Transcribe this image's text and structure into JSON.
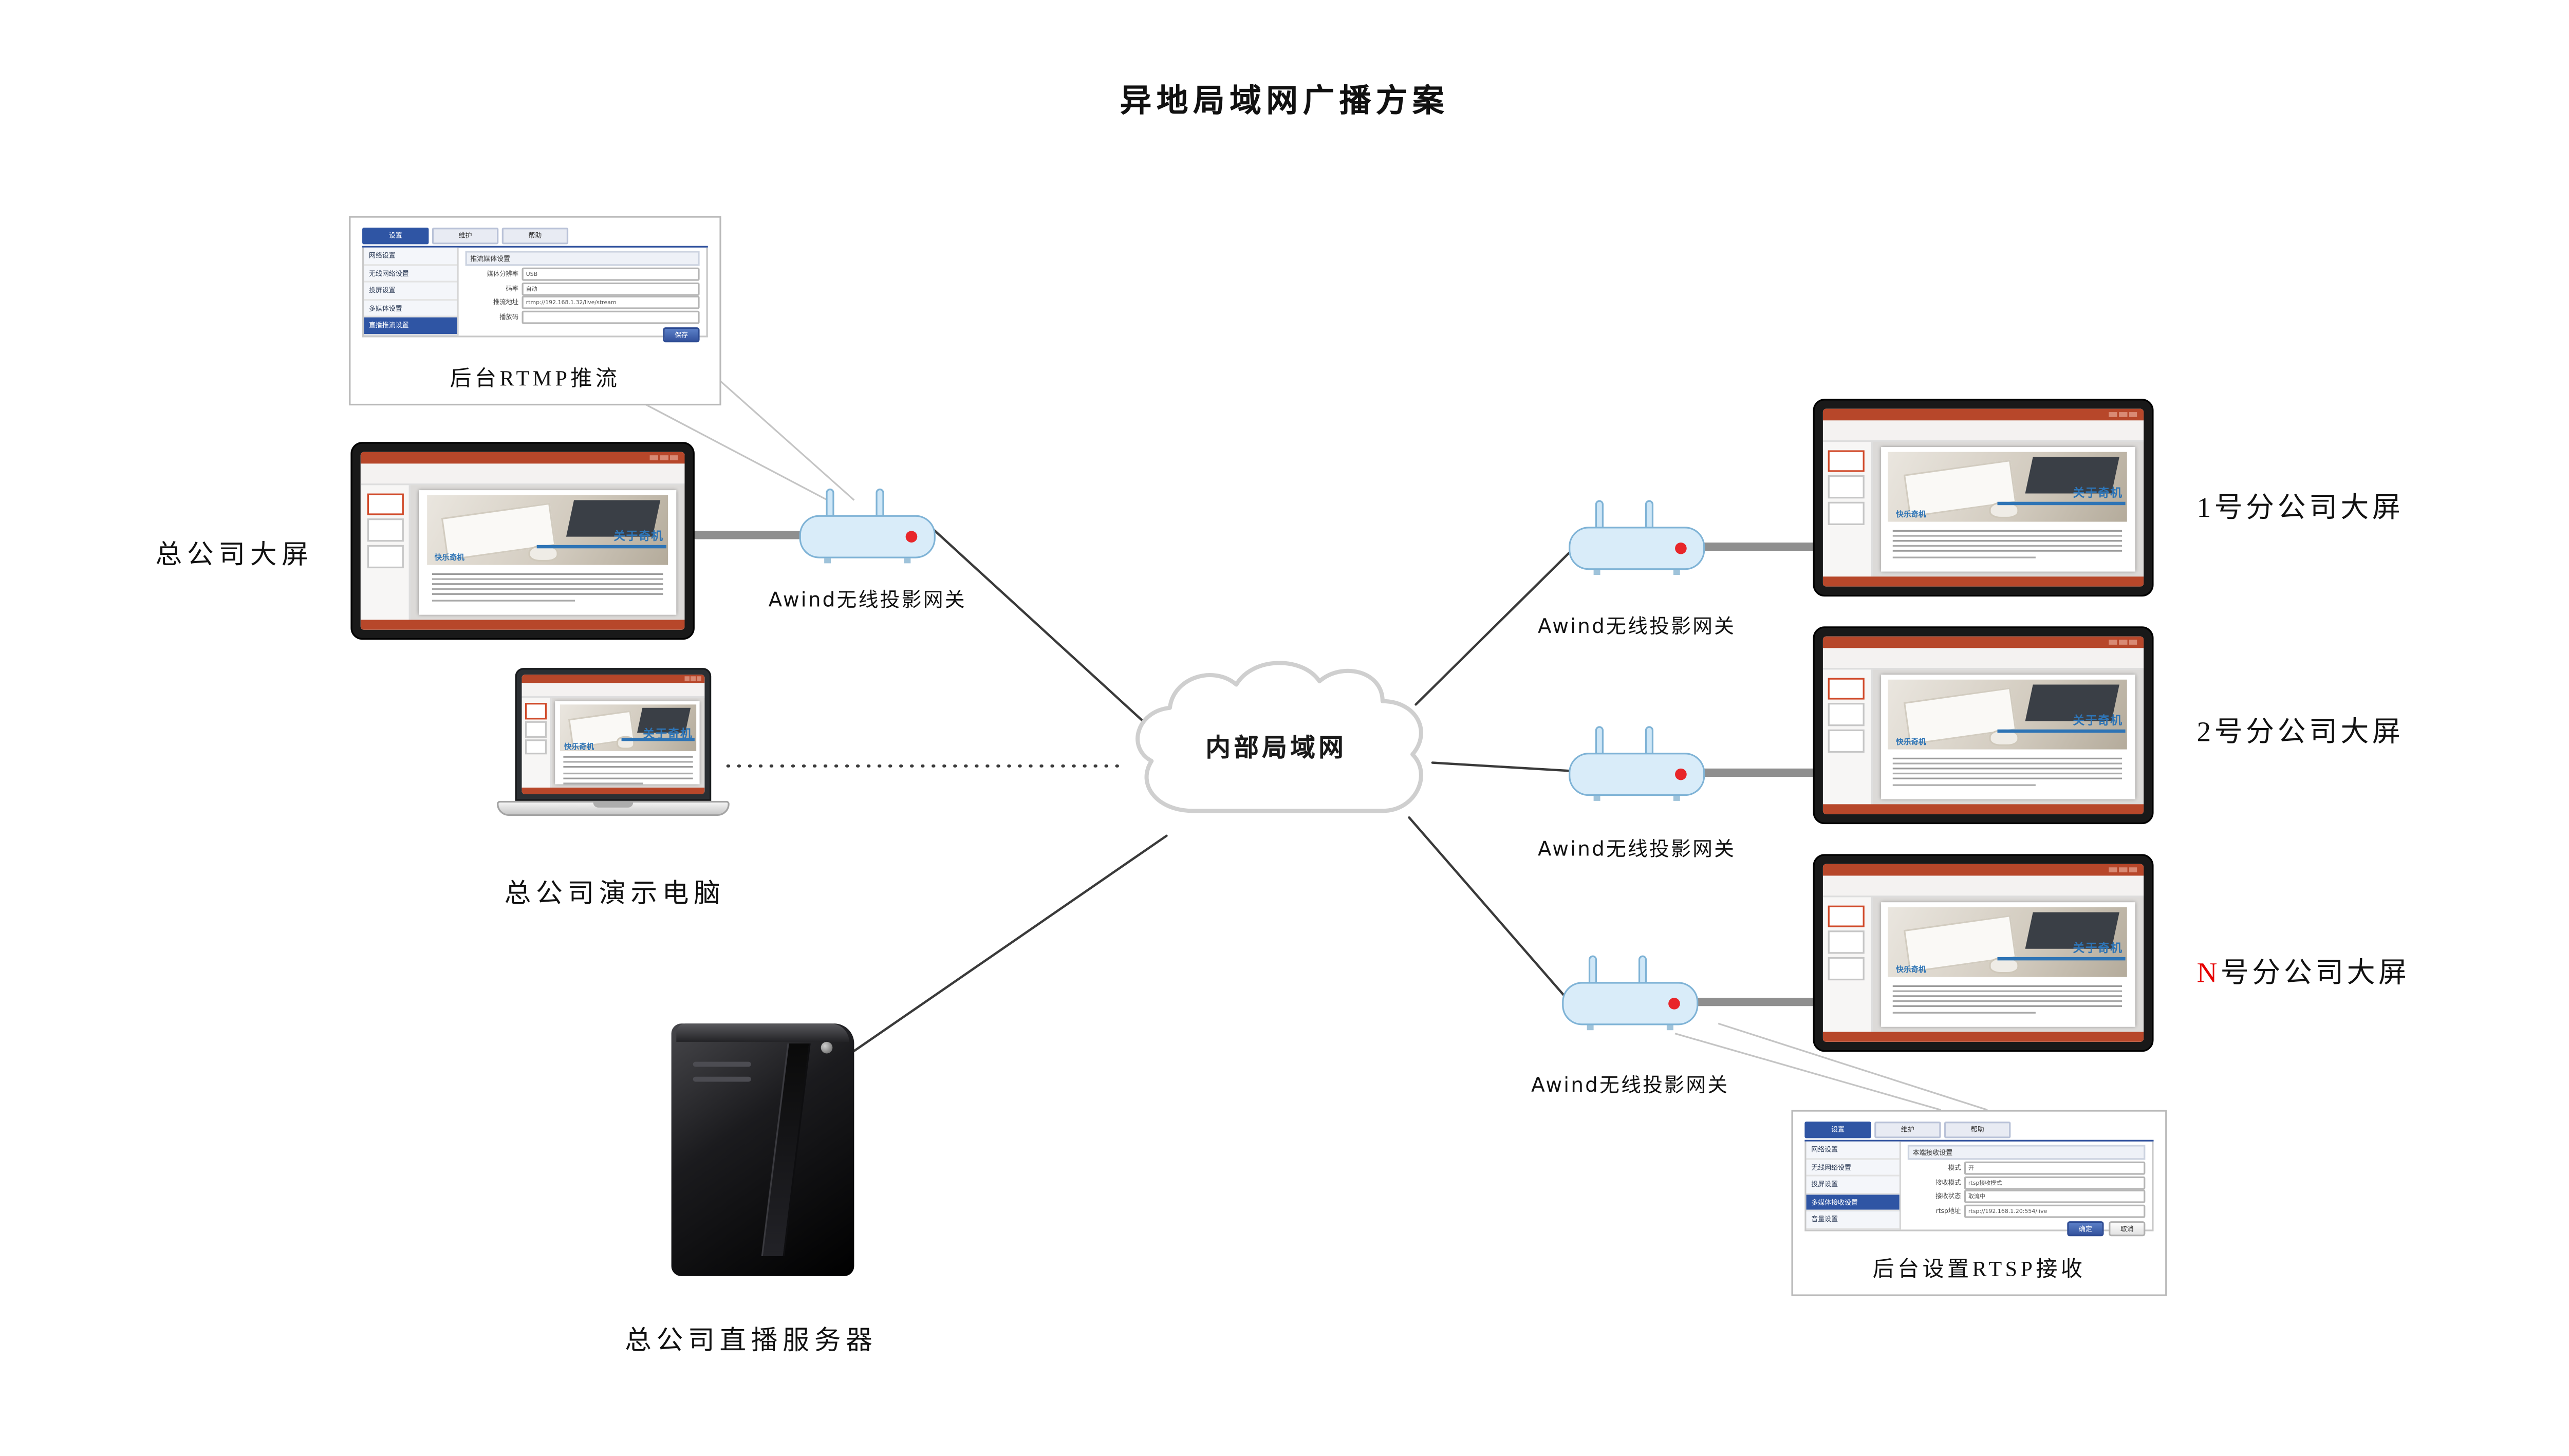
{
  "title": "异地局域网广播方案",
  "colors": {
    "accent_blue": "#2f55a4",
    "router_blue": "#d9ecf9",
    "ppt_red": "#b7472a",
    "branch_n_red": "#e60000",
    "wire_gray": "#8f8f8f"
  },
  "nodes": {
    "hq_screen_label": "总公司大屏",
    "hq_pc_label": "总公司演示电脑",
    "hq_server_label": "总公司直播服务器",
    "cloud_label": "内部局域网",
    "gateway_label": "Awind无线投影网关",
    "branch1_label": "1号分公司大屏",
    "branch2_label": "2号分公司大屏",
    "branchN_red": "N",
    "branchN_rest": "号分公司大屏"
  },
  "ppt": {
    "title": "关于奇机",
    "badge": "快乐奇机"
  },
  "panel1": {
    "caption": "后台RTMP推流",
    "tabs": [
      "设置",
      "维护",
      "帮助"
    ],
    "nav": [
      "网络设置",
      "无线网络设置",
      "投屏设置",
      "多媒体设置",
      "直播推流设置"
    ],
    "section": "推流媒体设置",
    "fields": [
      {
        "label": "媒体分辨率",
        "value": "USB"
      },
      {
        "label": "码率",
        "value": "自动"
      },
      {
        "label": "推流地址",
        "value": "rtmp://192.168.1.32/live/stream"
      },
      {
        "label": "播放码",
        "value": ""
      }
    ],
    "save": "保存"
  },
  "panel2": {
    "caption": "后台设置RTSP接收",
    "tabs": [
      "设置",
      "维护",
      "帮助"
    ],
    "nav": [
      "网络设置",
      "无线网络设置",
      "投屏设置",
      "多媒体接收设置",
      "音量设置"
    ],
    "section": "本端接收设置",
    "fields": [
      {
        "label": "模式",
        "value": "开"
      },
      {
        "label": "接收模式",
        "value": "rtsp接收模式"
      },
      {
        "label": "接收状态",
        "value": "取流中"
      },
      {
        "label": "rtsp地址",
        "value": "rtsp://192.168.1.20:554/live"
      }
    ],
    "ok": "确定",
    "cancel": "取消"
  }
}
